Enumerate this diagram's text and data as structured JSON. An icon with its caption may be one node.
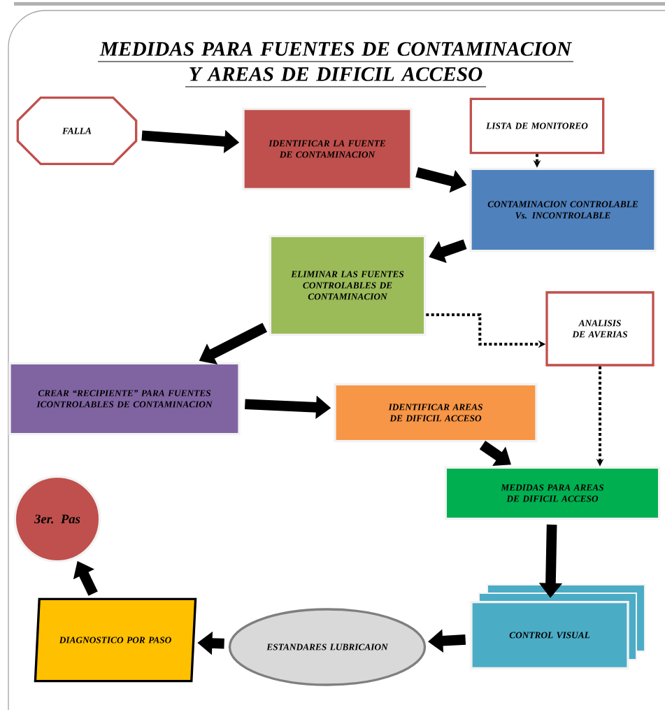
{
  "diagram": {
    "title": "MEDIDAS PARA FUENTES DE CONTAMINACION Y AREAS DE DIFICIL ACCESO",
    "nodes": [
      {
        "text": [
          "FALLA"
        ]
      },
      {
        "text": [
          "IDENTIFICAR LA FUENTE DE CONTAMINACION"
        ]
      },
      {
        "text": [
          "LISTA DE MONITOREO"
        ]
      },
      {
        "text": [
          "CONTAMINACION CONTROLABLE Vs. INCONTROLABLE"
        ]
      },
      {
        "text": [
          "ELIMINAR LAS FUENTES CONTROLABLES DE CONTAMINACION"
        ]
      },
      {
        "text": [
          "ANALISIS DE AVERIAS"
        ]
      },
      {
        "text": [
          "CREAR “RECIPIENTE” PARA FUENTES ICONTROLABLES DE CONTAMINACION"
        ]
      },
      {
        "text": [
          "IDENTIFICAR AREAS DE DIFICIL ACCESO"
        ]
      },
      {
        "text": [
          "MEDIDAS PARA AREAS DE DIFICIL ACCESO"
        ]
      },
      {
        "text": [
          "CONTROL VISUAL"
        ]
      },
      {
        "text": [
          "ESTANDARES LUBRICAION"
        ]
      },
      {
        "text": [
          "DIAGNOSTICO POR PASO"
        ]
      },
      {
        "text": [
          "3er. Pas"
        ]
      }
    ],
    "edges": [
      {
        "from": 0,
        "to": 1,
        "arrow": "to"
      },
      {
        "from": 1,
        "to": 3,
        "arrow": "to"
      },
      {
        "from": 2,
        "to": 3,
        "arrow": "to",
        "style": "dashed"
      },
      {
        "from": 3,
        "to": 4,
        "arrow": "to"
      },
      {
        "from": 4,
        "to": 6,
        "arrow": "to"
      },
      {
        "from": 4,
        "to": 5,
        "arrow": "to",
        "style": "dashed"
      },
      {
        "from": 6,
        "to": 7,
        "arrow": "to"
      },
      {
        "from": 7,
        "to": 8,
        "arrow": "to"
      },
      {
        "from": 5,
        "to": 8,
        "arrow": "to",
        "style": "dashed"
      },
      {
        "from": 8,
        "to": 9,
        "arrow": "to"
      },
      {
        "from": 9,
        "to": 10,
        "arrow": "to"
      },
      {
        "from": 10,
        "to": 11,
        "arrow": "to"
      },
      {
        "from": 11,
        "to": 12,
        "arrow": "to"
      }
    ]
  }
}
